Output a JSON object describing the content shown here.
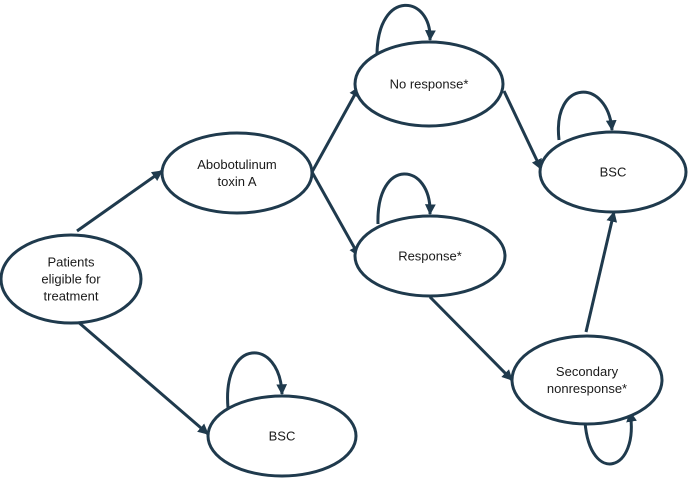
{
  "colors": {
    "stroke": "#1f3a4d",
    "text": "#1a1a1a",
    "background": "#ffffff"
  },
  "nodes": [
    {
      "id": "patients",
      "lines": [
        "Patients",
        "eligible for",
        "treatment"
      ]
    },
    {
      "id": "abobotulinum",
      "lines": [
        "Abobotulinum",
        "toxin A"
      ]
    },
    {
      "id": "bsc-bottom",
      "lines": [
        "BSC"
      ]
    },
    {
      "id": "no-response",
      "lines": [
        "No response*"
      ]
    },
    {
      "id": "response",
      "lines": [
        "Response*"
      ]
    },
    {
      "id": "bsc-right",
      "lines": [
        "BSC"
      ]
    },
    {
      "id": "secondary-nonresponse",
      "lines": [
        "Secondary",
        "nonresponse*"
      ]
    }
  ],
  "edges": [
    {
      "from": "patients",
      "to": "abobotulinum"
    },
    {
      "from": "patients",
      "to": "bsc-bottom"
    },
    {
      "from": "abobotulinum",
      "to": "no-response"
    },
    {
      "from": "abobotulinum",
      "to": "response"
    },
    {
      "from": "no-response",
      "to": "bsc-right"
    },
    {
      "from": "response",
      "to": "secondary-nonresponse"
    },
    {
      "from": "secondary-nonresponse",
      "to": "bsc-right"
    }
  ],
  "self_loops": [
    "no-response",
    "response",
    "bsc-right",
    "bsc-bottom",
    "secondary-nonresponse"
  ]
}
